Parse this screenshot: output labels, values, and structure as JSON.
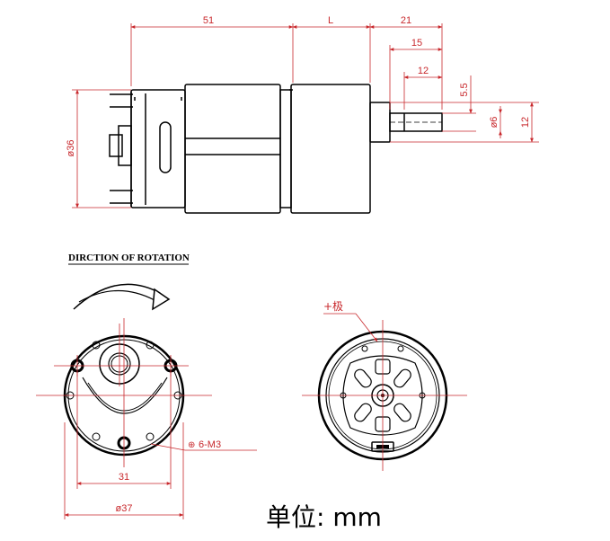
{
  "side_view": {
    "dims": {
      "motor_length": "51",
      "gearbox_length": "L",
      "shaft_length": "21",
      "shaft_flat_length": "15",
      "shaft_12": "12",
      "flat_depth": "5.5",
      "shaft_diameter": "ø6",
      "boss_diameter": "12",
      "body_diameter": "ø36"
    }
  },
  "front_view": {
    "caption": "DIRCTION OF ROTATION",
    "dims": {
      "mount_spacing": "31",
      "outer_diameter": "ø37",
      "screw_callout": "6-M3"
    }
  },
  "back_view": {
    "terminal_label": "+极"
  },
  "unit_label": "单位: mm",
  "colors": {
    "outline": "#000000",
    "dimension": "#c8282c"
  }
}
